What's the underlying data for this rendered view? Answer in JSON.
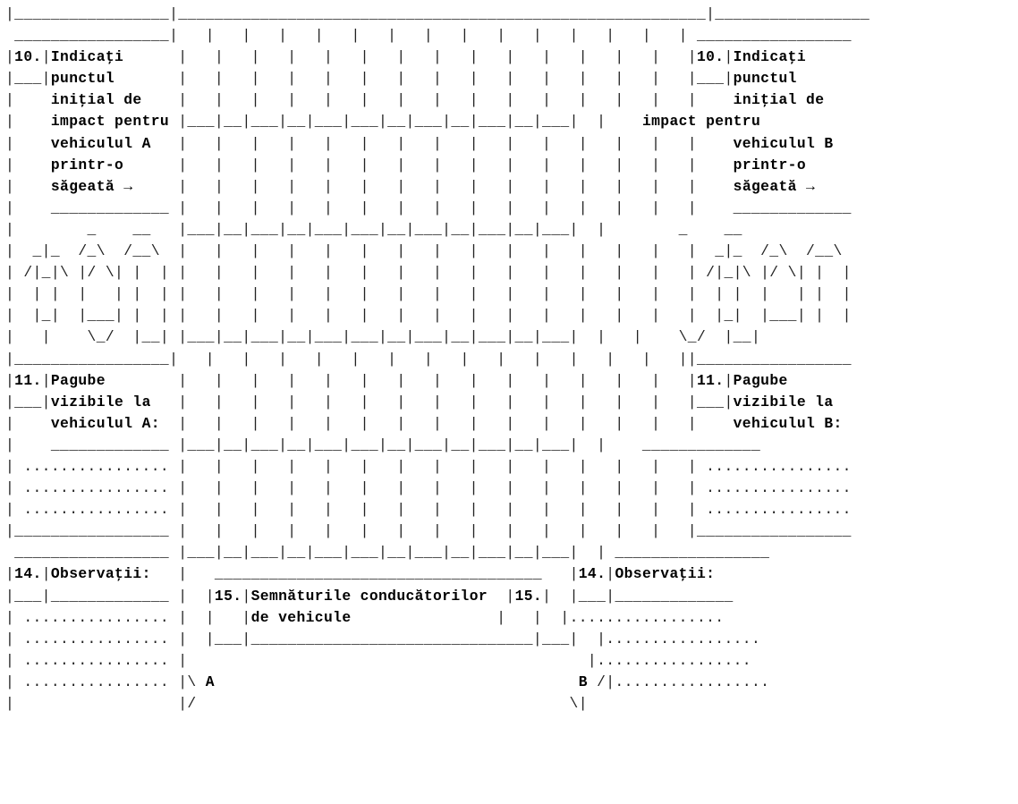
{
  "form": {
    "lines": [
      [
        [
          "|_________________|",
          "n"
        ],
        [
          "__________________________________________________________",
          "n"
        ],
        [
          "|_________________",
          "n"
        ]
      ],
      [
        [
          " _________________",
          "n"
        ],
        [
          "|   |   |   |   |   |   |   |   |   |   |   |   |   |   |",
          "n"
        ],
        [
          " _________________",
          "n"
        ]
      ],
      [
        [
          "|",
          "n"
        ],
        [
          "10.",
          "b"
        ],
        [
          "|",
          "n"
        ],
        [
          "Indicaţi",
          "b"
        ],
        [
          "      |   |   |   |   |   |   |   |   |   |   |   |   |   |   |",
          "n"
        ],
        [
          "10.",
          "b"
        ],
        [
          "|",
          "n"
        ],
        [
          "Indicaţi",
          "b"
        ]
      ],
      [
        [
          "|___|",
          "n"
        ],
        [
          "punctul",
          "b"
        ],
        [
          "       |   |   |   |   |   |   |   |   |   |   |   |   |   |   |___|",
          "n"
        ],
        [
          "punctul",
          "b"
        ]
      ],
      [
        [
          "|    ",
          "n"
        ],
        [
          "iniţial de",
          "b"
        ],
        [
          "    |   |   |   |   |   |   |   |   |   |   |   |   |   |   |    ",
          "n"
        ],
        [
          "iniţial de",
          "b"
        ]
      ],
      [
        [
          "|    ",
          "n"
        ],
        [
          "impact pentru",
          "b"
        ],
        [
          " |___|__|___|__|___|___|__|___|__|___|__|___|  |    ",
          "n"
        ],
        [
          "impact pentru",
          "b"
        ]
      ],
      [
        [
          "|    ",
          "n"
        ],
        [
          "vehiculul A",
          "b"
        ],
        [
          "   |   |   |   |   |   |   |   |   |   |   |   |   |   |   |    ",
          "n"
        ],
        [
          "vehiculul B",
          "b"
        ]
      ],
      [
        [
          "|    ",
          "n"
        ],
        [
          "printr-o",
          "b"
        ],
        [
          "      |   |   |   |   |   |   |   |   |   |   |   |   |   |   |    ",
          "n"
        ],
        [
          "printr-o",
          "b"
        ]
      ],
      [
        [
          "|    ",
          "n"
        ],
        [
          "săgeată →",
          "b"
        ],
        [
          "     |   |   |   |   |   |   |   |   |   |   |   |   |   |   |    ",
          "n"
        ],
        [
          "săgeată →",
          "b"
        ]
      ],
      [
        [
          "|    _____________ |   |   |   |   |   |   |   |   |   |   |   |   |   |   |    _____________",
          "n"
        ]
      ],
      [
        [
          "|        _    __   |___|__|___|__|___|___|__|___|__|___|__|___|  |        _    __",
          "n"
        ]
      ],
      [
        [
          "|  _|_  /_\\  /__\\  |   |   |   |   |   |   |   |   |   |   |   |   |   |   |  _|_  /_\\  /__\\",
          "n"
        ]
      ],
      [
        [
          "| /|_|\\ |/ \\| |  | |   |   |   |   |   |   |   |   |   |   |   |   |   |   | /|_|\\ |/ \\| |  |",
          "n"
        ]
      ],
      [
        [
          "|  | |  |   | |  | |   |   |   |   |   |   |   |   |   |   |   |   |   |   |  | |  |   | |  |",
          "n"
        ]
      ],
      [
        [
          "|  |_|  |___| |  | |   |   |   |   |   |   |   |   |   |   |   |   |   |   |  |_|  |___| |  |",
          "n"
        ]
      ],
      [
        [
          "|   |    \\_/  |__| |___|__|___|__|___|___|__|___|__|___|__|___|  |   |    \\_/  |__|",
          "n"
        ]
      ],
      [
        [
          "|_________________|",
          "n"
        ],
        [
          "   |   |   |   |   |   |   |   |   |   |   |   |   |   |",
          "n"
        ],
        [
          "|_________________",
          "n"
        ]
      ],
      [
        [
          "|",
          "n"
        ],
        [
          "11.",
          "b"
        ],
        [
          "|",
          "n"
        ],
        [
          "Pagube",
          "b"
        ],
        [
          "        |   |   |   |   |   |   |   |   |   |   |   |   |   |   |",
          "n"
        ],
        [
          "11.",
          "b"
        ],
        [
          "|",
          "n"
        ],
        [
          "Pagube",
          "b"
        ]
      ],
      [
        [
          "|___|",
          "n"
        ],
        [
          "vizibile la",
          "b"
        ],
        [
          "   |   |   |   |   |   |   |   |   |   |   |   |   |   |   |___|",
          "n"
        ],
        [
          "vizibile la",
          "b"
        ]
      ],
      [
        [
          "|    ",
          "n"
        ],
        [
          "vehiculul A:",
          "b"
        ],
        [
          "  |   |   |   |   |   |   |   |   |   |   |   |   |   |   |    ",
          "n"
        ],
        [
          "vehiculul B:",
          "b"
        ]
      ],
      [
        [
          "|    _____________ |___|__|___|__|___|___|__|___|__|___|__|___|  |    _____________",
          "n"
        ]
      ],
      [
        [
          "| ................ |   |   |   |   |   |   |   |   |   |   |   |   |   |   | ................",
          "n"
        ]
      ],
      [
        [
          "| ................ |   |   |   |   |   |   |   |   |   |   |   |   |   |   | ................",
          "n"
        ]
      ],
      [
        [
          "| ................ |   |   |   |   |   |   |   |   |   |   |   |   |   |   | ................",
          "n"
        ]
      ],
      [
        [
          "|_________________ |   |   |   |   |   |   |   |   |   |   |   |   |   |   |_________________",
          "n"
        ]
      ],
      [
        [
          " _________________ |___|__|___|__|___|___|__|___|__|___|__|___|  | _________________",
          "n"
        ]
      ],
      [
        [
          "|",
          "n"
        ],
        [
          "14.",
          "b"
        ],
        [
          "|",
          "n"
        ],
        [
          "Observaţii:",
          "b"
        ],
        [
          "   |   ____________________________________   |",
          "n"
        ],
        [
          "14.",
          "b"
        ],
        [
          "|",
          "n"
        ],
        [
          "Observaţii:",
          "b"
        ]
      ],
      [
        [
          "|___|_____________ |  |",
          "n"
        ],
        [
          "15.",
          "b"
        ],
        [
          "|",
          "n"
        ],
        [
          "Semnăturile conducătorilor",
          "b"
        ],
        [
          "  |",
          "n"
        ],
        [
          "15.",
          "b"
        ],
        [
          "|  |___|_____________",
          "n"
        ]
      ],
      [
        [
          "| ................ |  |   |",
          "n"
        ],
        [
          "de vehicule",
          "b"
        ],
        [
          "                |   |  |.................",
          "n"
        ]
      ],
      [
        [
          "| ................ |  |___|_______________________________|___|  |.................",
          "n"
        ]
      ],
      [
        [
          "| ................ |                                            |.................",
          "n"
        ]
      ],
      [
        [
          "| ................ |\\ ",
          "n"
        ],
        [
          "A",
          "b"
        ],
        [
          "                                        ",
          "n"
        ],
        [
          "B",
          "b"
        ],
        [
          " /|.................",
          "n"
        ]
      ],
      [
        [
          "|                  |/                                         \\|",
          "n"
        ]
      ]
    ]
  }
}
